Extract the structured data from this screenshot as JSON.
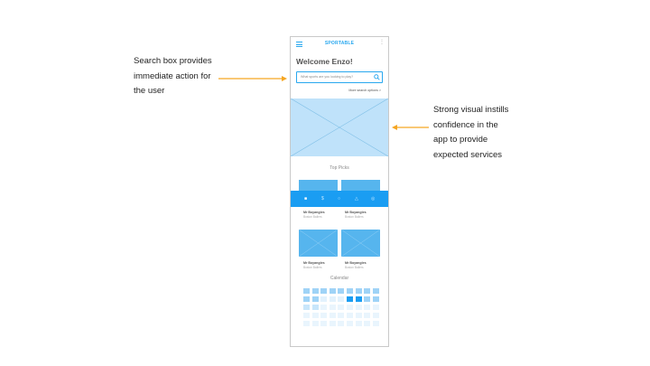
{
  "annotations": {
    "left_lines": [
      "Search box provides",
      "immediate action for",
      "the user"
    ],
    "right_lines": [
      "Strong visual instills",
      "confidence in the",
      "app to provide",
      "expected services"
    ]
  },
  "colors": {
    "accent": "#29a8ef",
    "tabbar": "#1a9df2",
    "hero": "#bfe2fa",
    "tile": "#56b5ee",
    "arrow": "#f5a623"
  },
  "app": {
    "title": "SPORTABLE",
    "welcome": "Welcome Enzo!",
    "search": {
      "placeholder": "What sports are you looking to play?",
      "more_options": "More search options >"
    },
    "top_picks_label": "Top Picks",
    "calendar_label": "Calendar",
    "tabs": [
      "home-icon",
      "dollar-icon",
      "search-icon",
      "user-icon",
      "settings-icon"
    ],
    "cards": [
      {
        "title": "Mr Boyangles",
        "subtitle": "Boston Ballers"
      },
      {
        "title": "Mr Boyangles",
        "subtitle": "Boston Ballers"
      },
      {
        "title": "Mr Boyangles",
        "subtitle": "Boston Ballers"
      },
      {
        "title": "Mr Boyangles",
        "subtitle": "Boston Ballers"
      }
    ],
    "calendar": {
      "rows": 5,
      "cols": 9,
      "highlighted": [
        [
          1,
          5
        ],
        [
          1,
          6
        ]
      ]
    }
  }
}
